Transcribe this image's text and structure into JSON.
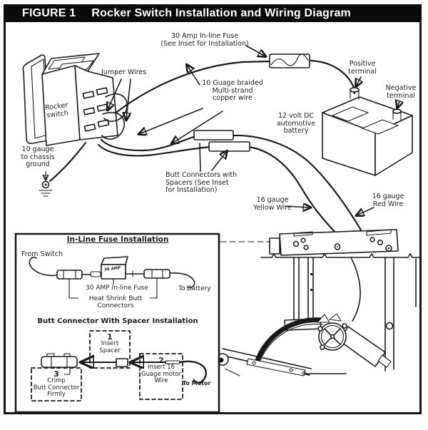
{
  "title_bar": {
    "figure": "FIGURE 1",
    "title": "Rocker Switch Installation and Wiring Diagram"
  },
  "colors": {
    "title_bg": "#0b0b0b",
    "title_fg": "#ffffff",
    "ink": "#1a1a1a",
    "paper": "#ffffff"
  },
  "diagram": {
    "labels": {
      "inline_fuse": "30 Amp In-line Fuse\n(See Inset for Installation)",
      "jumper_wires": "Jumper Wires",
      "braided_wire": "10 Guage braided\nMulti-strand\ncopper wire",
      "positive_terminal": "Positive\nterminal",
      "negative_terminal": "Negative\nterminal",
      "battery": "12 volt DC\nautomotive\nbattery",
      "rocker_switch": "Rocker\nswitch",
      "chassis_ground": "10 gauge\nto chassis\nground",
      "butt_connectors": "Butt Connectors with\nSpacers (See Inset\nfor Installation)",
      "yellow_wire": "16 gauge\nYellow Wire",
      "red_wire": "16 gauge\nRed Wire"
    },
    "inset": {
      "fuse_section_title": "In-Line Fuse Installation",
      "from_switch": "From Switch",
      "fuse_body_text": "30 AMP",
      "inline_fuse_label": "30 AMP In-line Fuse",
      "to_battery": "To Battery",
      "heat_shrink": "Heat Shrink Butt\nConnectors",
      "spacer_section_title": "Butt Connector With Spacer Installation",
      "step1_num": "1",
      "step1_text": "Insert\nSpacer",
      "step2_num": "2",
      "step2_text": "Insert 16\nGuage motor\nWire",
      "step3_num": "3",
      "step3_text": "Crimp\nButt Connector\nFirmly",
      "to_motor": "To Motor"
    }
  }
}
